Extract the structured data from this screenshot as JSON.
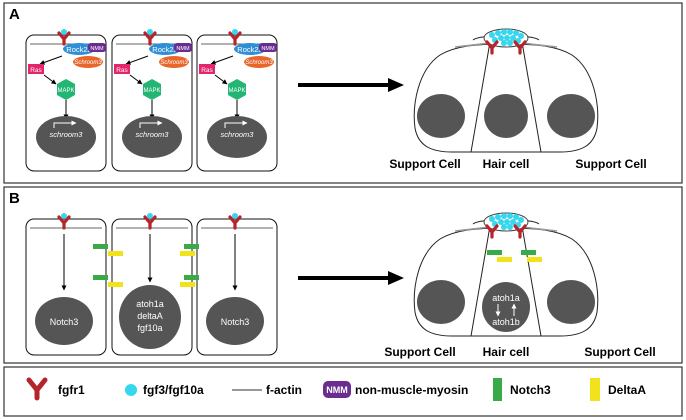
{
  "panels": {
    "a": {
      "letter": "A",
      "rock2a": "Rock2a",
      "nmm": "NMM",
      "shroom3_protein": "Schroom3",
      "ras": "Ras",
      "mapk": "MAPK",
      "gene": "schroom3",
      "labels": {
        "support_left": "Support Cell",
        "hair": "Hair cell",
        "support_right": "Support Cell"
      }
    },
    "b": {
      "letter": "B",
      "left_nucleus": "Notch3",
      "center_nucleus": [
        "atoh1a",
        "deltaA",
        "fgf10a"
      ],
      "right_nucleus": "Notch3",
      "hair_nucleus_top": "atoh1a",
      "hair_nucleus_bottom": "atoh1b",
      "labels": {
        "support_left": "Support Cell",
        "hair": "Hair cell",
        "support_right": "Support Cell"
      }
    }
  },
  "legend": {
    "fgfr1": "fgfr1",
    "fgf": "fgf3/fgf10a",
    "factin": "f-actin",
    "nmm_badge": "NMM",
    "nmm": "non-muscle-myosin",
    "notch3": "Notch3",
    "deltaa": "DeltaA"
  },
  "colors": {
    "receptor": "#b5232b",
    "ligand": "#35d6ee",
    "rock2a": "#2f8fd6",
    "nmm": "#6a2d8f",
    "shroom3": "#e8662a",
    "ras": "#e3256b",
    "mapk": "#22b573",
    "nucleus": "#555555",
    "notch3": "#3aaa48",
    "deltaa": "#f2e21b"
  }
}
